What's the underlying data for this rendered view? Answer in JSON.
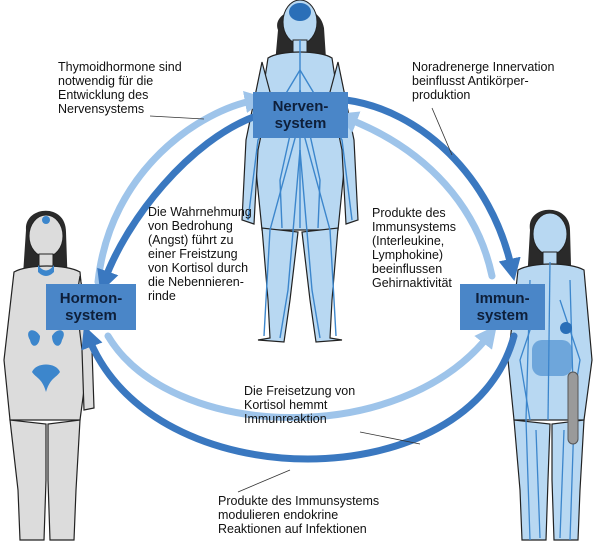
{
  "systems": {
    "nerven": {
      "line1": "Nerven-",
      "line2": "system"
    },
    "hormon": {
      "line1": "Hormon-",
      "line2": "system"
    },
    "immun": {
      "line1": "Immun-",
      "line2": "system"
    }
  },
  "annotations": {
    "thymoid": [
      "Thymoidhormone sind",
      "notwendig für die",
      "Entwicklung des",
      "Nervensystems"
    ],
    "noradrenerg": [
      "Noradrenerge Innervation",
      "beinflusst Antikörper-",
      "produktion"
    ],
    "wahrnehmung": [
      "Die Wahrnehmung",
      "von Bedrohung",
      "(Angst) führt zu",
      "einer Freistzung",
      "von Kortisol durch",
      "die Nebennieren-",
      "rinde"
    ],
    "produkte_gehirn": [
      "Produkte des",
      "Immunsystems",
      "(Interleukine,",
      "Lymphokine)",
      "beeinflussen",
      "Gehirnaktivität"
    ],
    "kortisol": [
      "Die Freisetzung von",
      "Kortisol hemmt",
      "Immunreaktion"
    ],
    "produkte_endokrin": [
      "Produkte des Immunsystems",
      "modulieren endokrine",
      "Reaktionen auf Infektionen"
    ]
  },
  "colors": {
    "arrow_dark": "#3a78c0",
    "arrow_light": "#9ec4ea",
    "box": "#4a86c8",
    "box_text": "#0e1f3a",
    "body_fill": "#dcdcdc",
    "nerve_body_fill": "#b8d8f2",
    "vessel": "#3c86cc",
    "hair": "#2a2a2a"
  }
}
